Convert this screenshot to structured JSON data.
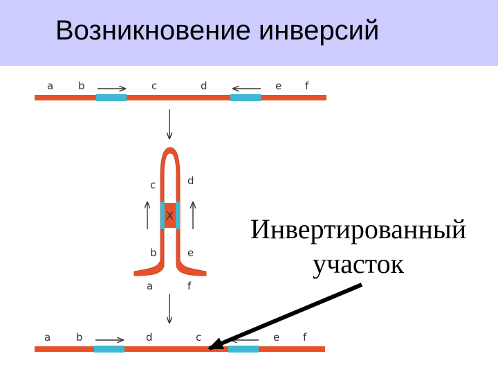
{
  "slide": {
    "title": "Возникновение инверсий",
    "caption_line1": "Инвертированный",
    "caption_line2": "участок"
  },
  "colors": {
    "header_bg": "#ccccff",
    "chromosome": "#e8502a",
    "segment": "#3fb8d4"
  },
  "diagram": {
    "top_labels": [
      "a",
      "b",
      "c",
      "d",
      "e",
      "f"
    ],
    "loop_labels": [
      "c",
      "d",
      "b",
      "e",
      "a",
      "f"
    ],
    "loop_cross": "X",
    "bottom_labels": [
      "a",
      "b",
      "d",
      "c",
      "e",
      "f"
    ]
  }
}
